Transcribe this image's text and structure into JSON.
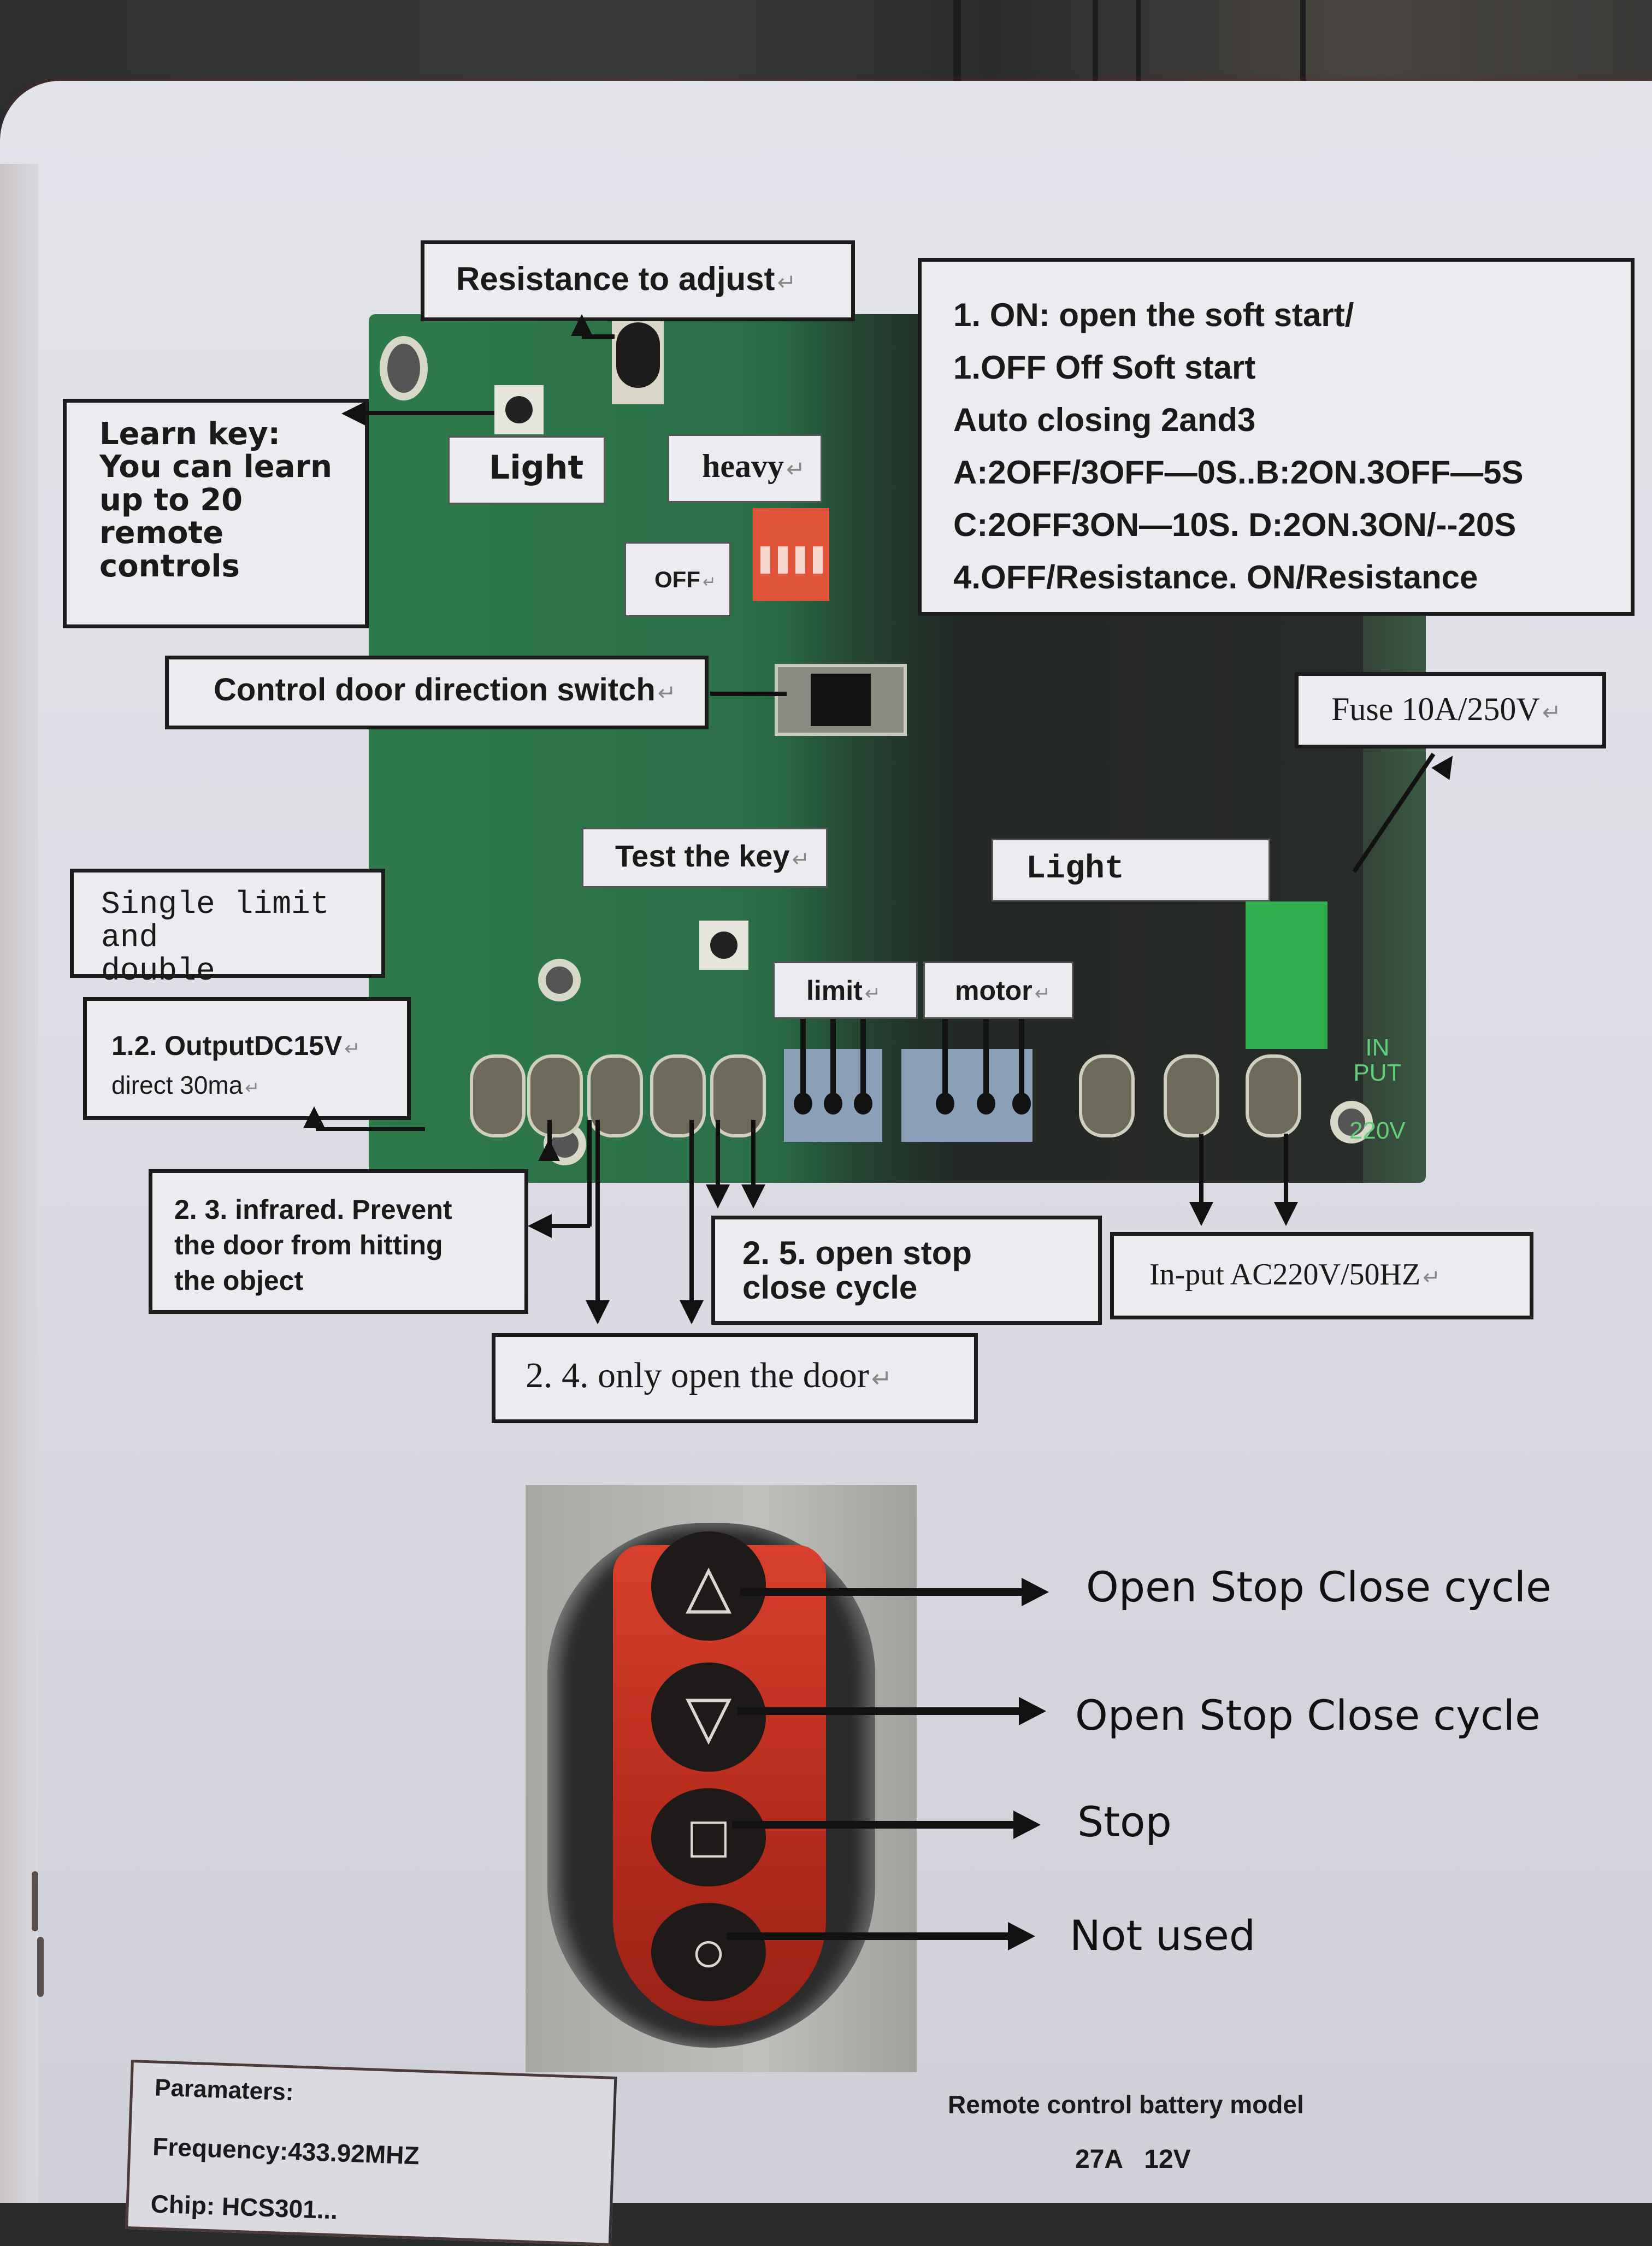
{
  "document": {
    "type": "Gate opener control board wiring manual page (photographed)",
    "board_callouts": {
      "resistance_adjust": "Resistance to adjust",
      "learn_key": "Learn key:\nYou can learn\nup to 20\nremote\ncontrols",
      "light_small": "Light",
      "heavy": "heavy",
      "off": "OFF",
      "dip_settings": [
        "1. ON: open the soft start/",
        "1.OFF Off Soft start",
        "Auto closing 2and3",
        "A:2OFF/3OFF—0S..B:2ON.3OFF—5S",
        "C:2OFF3ON—10S. D:2ON.3ON/--20S",
        "4.OFF/Resistance. ON/Resistance"
      ],
      "direction_switch": "Control door direction switch",
      "fuse": "Fuse 10A/250V",
      "test_key": "Test the key",
      "light_output": "Light",
      "single_limit": "Single limit and\ndouble",
      "limit": "limit",
      "motor": "motor",
      "output_dc": "1.2. OutputDC15V",
      "output_dc_sub": "direct 30ma",
      "infrared": "2. 3. infrared. Prevent\nthe door from hitting\nthe object",
      "open_stop_close": "2. 5. open stop\nclose cycle",
      "only_open": "2. 4. only open the door",
      "input_ac": "In-put AC220V/50HZ",
      "board_silkscreen": [
        "IN",
        "PUT",
        "220V"
      ]
    },
    "remote": {
      "buttons": [
        {
          "symbol": "△",
          "icon": "triangle-up-icon",
          "label": "Open  Stop  Close  cycle"
        },
        {
          "symbol": "▽",
          "icon": "triangle-down-icon",
          "label": "Open  Stop  Close  cycle"
        },
        {
          "symbol": "□",
          "icon": "square-icon",
          "label": "Stop"
        },
        {
          "symbol": "○",
          "icon": "circle-icon",
          "label": "Not used"
        }
      ]
    },
    "parameters": {
      "title": "Paramaters:",
      "frequency": "Frequency:433.92MHZ",
      "chip": "Chip: HCS301..."
    },
    "battery": {
      "title": "Remote control battery model",
      "value": "27A   12V"
    },
    "return_mark": "↵",
    "colors": {
      "paper": "#e3e3ea",
      "pcb_green": "#2e7a4a",
      "dip_red": "#e0553a",
      "remote_red": "#c8341f",
      "terminal_green": "#2fae4f",
      "ink": "#1a1a1a"
    }
  }
}
